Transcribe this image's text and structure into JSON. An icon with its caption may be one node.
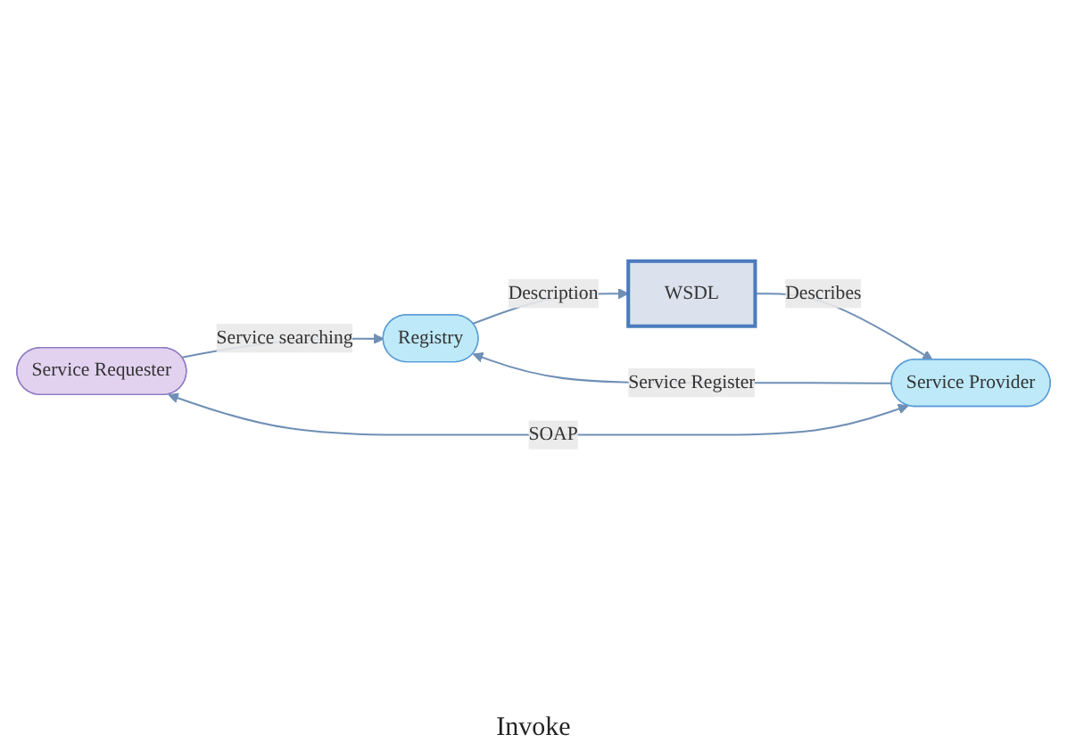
{
  "diagram": {
    "nodes": [
      {
        "text": [
          "Registry"
        ]
      },
      {
        "text": [
          "WSDL"
        ]
      },
      {
        "text": [
          "Service Requester"
        ]
      },
      {
        "text": [
          "Service Provider"
        ]
      }
    ],
    "edges": [
      {
        "from": 0,
        "to": 1,
        "arrow": "to",
        "label": "Description"
      },
      {
        "from": 1,
        "to": 3,
        "arrow": "to",
        "label": "Describes"
      },
      {
        "from": 2,
        "to": 0,
        "arrow": "to",
        "label": "Service searching"
      },
      {
        "from": 3,
        "to": 0,
        "arrow": "to",
        "label": "Service Register"
      },
      {
        "from": 2,
        "to": 3,
        "arrow": "both",
        "label": "SOAP"
      }
    ],
    "labels": [
      "Invoke"
    ]
  }
}
